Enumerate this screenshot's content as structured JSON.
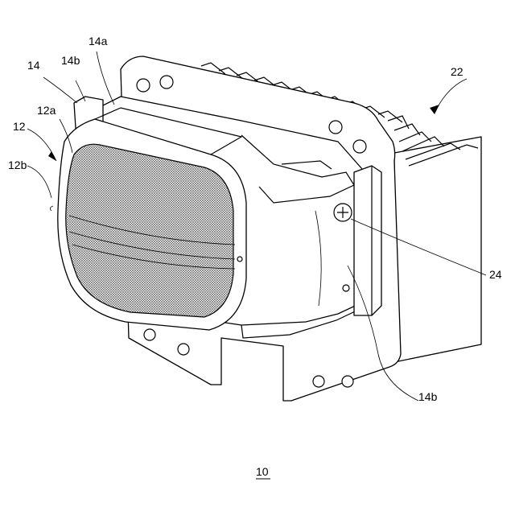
{
  "figure": {
    "number": "10",
    "labels": {
      "l14": "14",
      "l14b_top": "14b",
      "l14a": "14a",
      "l12a": "12a",
      "l12": "12",
      "l12b": "12b",
      "l22": "22",
      "l24": "24",
      "l14b_bottom": "14b"
    }
  }
}
